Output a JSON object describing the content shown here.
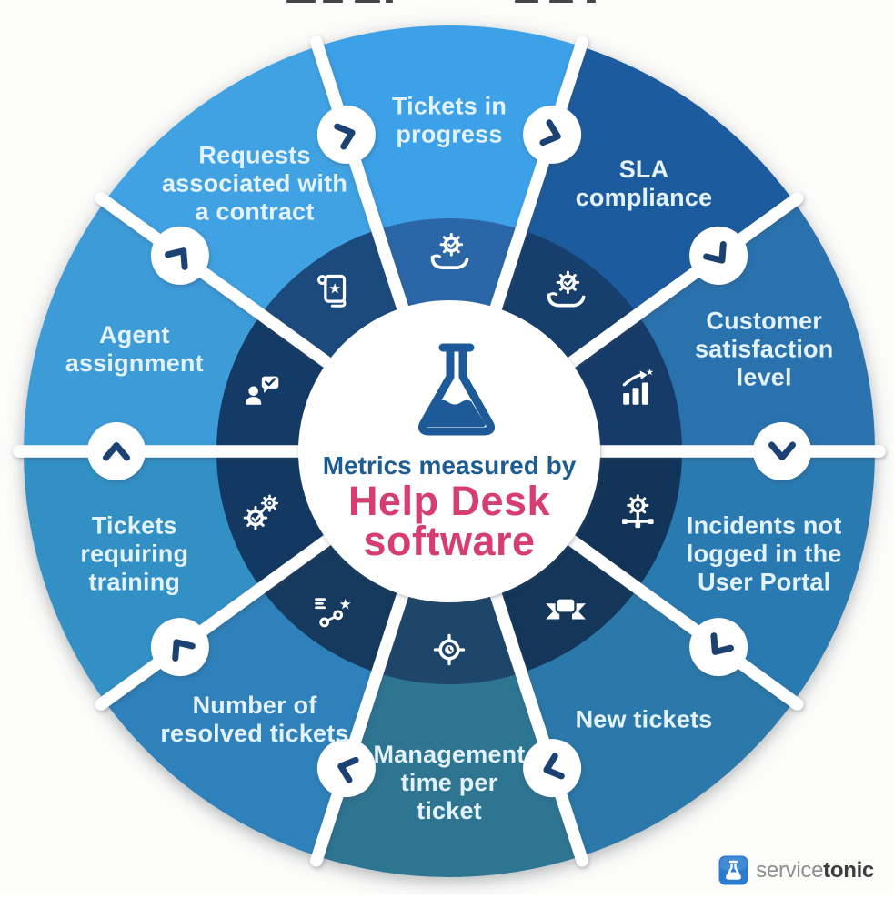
{
  "page": {
    "background": "#fcfcfa"
  },
  "center": {
    "title_line1": "Metrics measured by",
    "title_line2": "Help Desk",
    "title_line3": "software",
    "title_color": "#1d5c92",
    "brand_color": "#d63d70",
    "flask_color": "#1d5a97",
    "icon": "flask-icon"
  },
  "wheel": {
    "label_color": "#e3f2fc",
    "divider_color": "#ffffff",
    "chevron_color": "#1b4273",
    "icon_color": "#ffffff",
    "segments": [
      {
        "label_lines": [
          "Tickets in",
          "progress"
        ],
        "color": "#3da1e8",
        "inner_color": "#2b67a8",
        "icon": "gear-in-hand-icon"
      },
      {
        "label_lines": [
          "SLA",
          "compliance"
        ],
        "color": "#1d5c9e",
        "inner_color": "#163f6d",
        "icon": "gear-in-hand-icon"
      },
      {
        "label_lines": [
          "Customer",
          "satisfaction",
          "level"
        ],
        "color": "#2a72ae",
        "inner_color": "#163b69",
        "icon": "bar-chart-growth-icon"
      },
      {
        "label_lines": [
          "Incidents not",
          "logged in the",
          "User Portal"
        ],
        "color": "#2b7ab2",
        "inner_color": "#123458",
        "icon": "network-gear-icon"
      },
      {
        "label_lines": [
          "New tickets"
        ],
        "color": "#2b79aa",
        "inner_color": "#133659",
        "icon": "ribbon-icon"
      },
      {
        "label_lines": [
          "Management",
          "time per",
          "ticket"
        ],
        "color": "#2e7492",
        "inner_color": "#1e466b",
        "icon": "target-clock-icon"
      },
      {
        "label_lines": [
          "Number of",
          "resolved tickets"
        ],
        "color": "#2e81ba",
        "inner_color": "#16395e",
        "icon": "roadmap-star-icon"
      },
      {
        "label_lines": [
          "Tickets",
          "requiring",
          "training"
        ],
        "color": "#3190c5",
        "inner_color": "#133862",
        "icon": "gears-check-icon"
      },
      {
        "label_lines": [
          "Agent",
          "assignment"
        ],
        "color": "#3c9bd8",
        "inner_color": "#143a66",
        "icon": "agent-chat-icon"
      },
      {
        "label_lines": [
          "Requests",
          "associated with",
          "a contract"
        ],
        "color": "#40a2e2",
        "inner_color": "#1c4a7c",
        "icon": "contract-scroll-icon"
      }
    ]
  },
  "footer_logo": {
    "text_service": "service",
    "text_tonic": "tonic",
    "service_color": "#8f8f8f",
    "tonic_color": "#3d3d3d",
    "badge_color": "#2b7cd0",
    "icon": "flask-badge-icon"
  }
}
